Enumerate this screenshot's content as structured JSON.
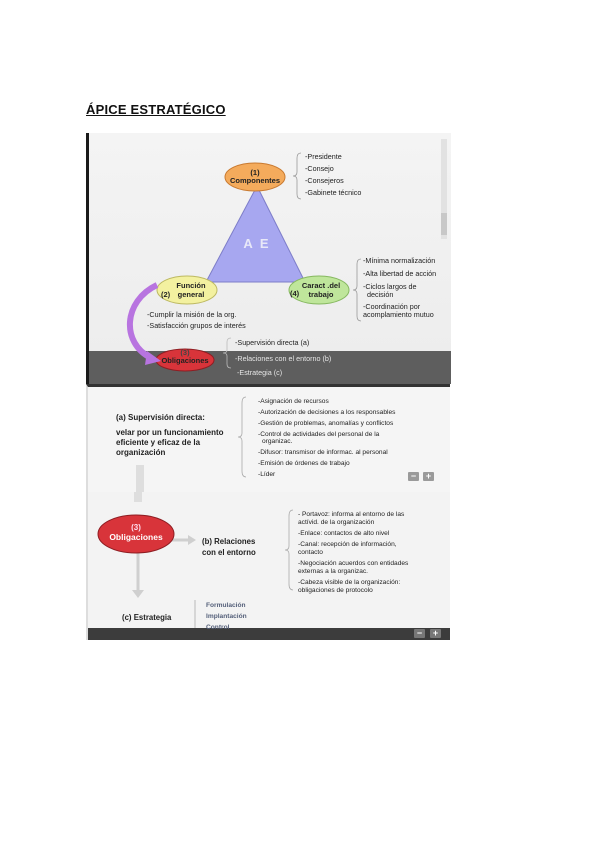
{
  "heading": "ÁPICE ESTRATÉGICO",
  "triangle_label": "A E",
  "components": {
    "number": "(1)",
    "label": "Componentes",
    "items": [
      "-Presidente",
      "-Consejo",
      "-Consejeros",
      "-Gabinete técnico"
    ]
  },
  "funcion": {
    "number": "(2)",
    "label_line1": "Función",
    "label_line2": "general",
    "items": [
      "-Cumplir la misión de la org.",
      "-Satisfacción grupos de interés"
    ]
  },
  "caract": {
    "number": "(4)",
    "label_line1": "Caract .del",
    "label_line2": "trabajo",
    "items": [
      "-Mínima normalización",
      "-Alta libertad de acción",
      "-Ciclos largos de",
      "decisión",
      "-Coordinación por",
      "acomplamiento mutuo"
    ]
  },
  "obligaciones_small": {
    "number": "(3)",
    "label": "Obligaciones",
    "items": [
      "-Supervisión directa (a)",
      "-Relaciones con el entorno (b)",
      "-Estrategia (c)"
    ]
  },
  "supervision": {
    "title": "(a) Supervisión directa:",
    "desc": [
      "velar por un funcionamiento",
      "eficiente y eficaz de la",
      "organización"
    ],
    "items": [
      "-Asignación de recursos",
      "-Autorización de decisiones a los responsables",
      "-Gestión de problemas, anomalías y conflictos",
      "-Control de actividades del personal  de la",
      "organizac.",
      "-Difusor: transmisor de informac. al personal",
      "-Emisión de órdenes de trabajo",
      "-Líder"
    ]
  },
  "obligaciones_big": {
    "number": "(3)",
    "label": "Obligaciones"
  },
  "relaciones": {
    "title_line1": "(b) Relaciones",
    "title_line2": "con el entorno",
    "items": [
      "- Portavoz: informa al entorno de las",
      "actívid. de la organización",
      "-Enlace: contactos de alto nivel",
      "-Canal: recepción de información,",
      "contacto",
      "-Negociación acuerdos con entidades",
      "externas a la organizac.",
      "-Cabeza visible de la organización:",
      "obligaciones de protocolo"
    ]
  },
  "estrategia": {
    "title": "(c) Estrategia",
    "items": [
      "Formulación",
      "Implantación",
      "Control"
    ]
  },
  "controls": {
    "minus": "−",
    "plus": "+"
  },
  "colors": {
    "triangle": "#a7a7f0",
    "components_ellipse": "#f4ab5c",
    "funcion_ellipse": "#f3f1a0",
    "caract_ellipse": "#bfe69b",
    "obligaciones": "#d8343a",
    "arrow": "#b874e0"
  }
}
